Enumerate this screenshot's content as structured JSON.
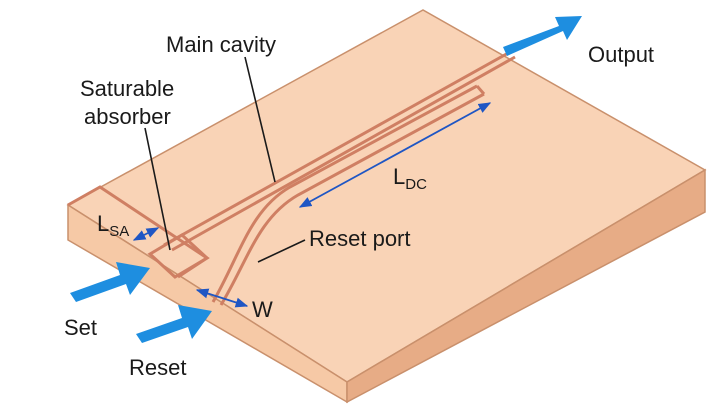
{
  "labels": {
    "main_cavity": "Main cavity",
    "saturable_1": "Saturable",
    "saturable_2": "absorber",
    "output": "Output",
    "ldc_main": "L",
    "ldc_sub": "DC",
    "lsa_main": "L",
    "lsa_sub": "SA",
    "reset_port": "Reset port",
    "w": "W",
    "set": "Set",
    "reset": "Reset"
  },
  "colors": {
    "chip_top": "#f9d3b6",
    "chip_front": "#f6c9a6",
    "chip_side": "#e7ac86",
    "edge": "#c9906c",
    "waveguide": "#cf7f63",
    "arrow": "#1e8ee0",
    "dimension": "#1f56c4",
    "leader": "#1a1a1a"
  }
}
